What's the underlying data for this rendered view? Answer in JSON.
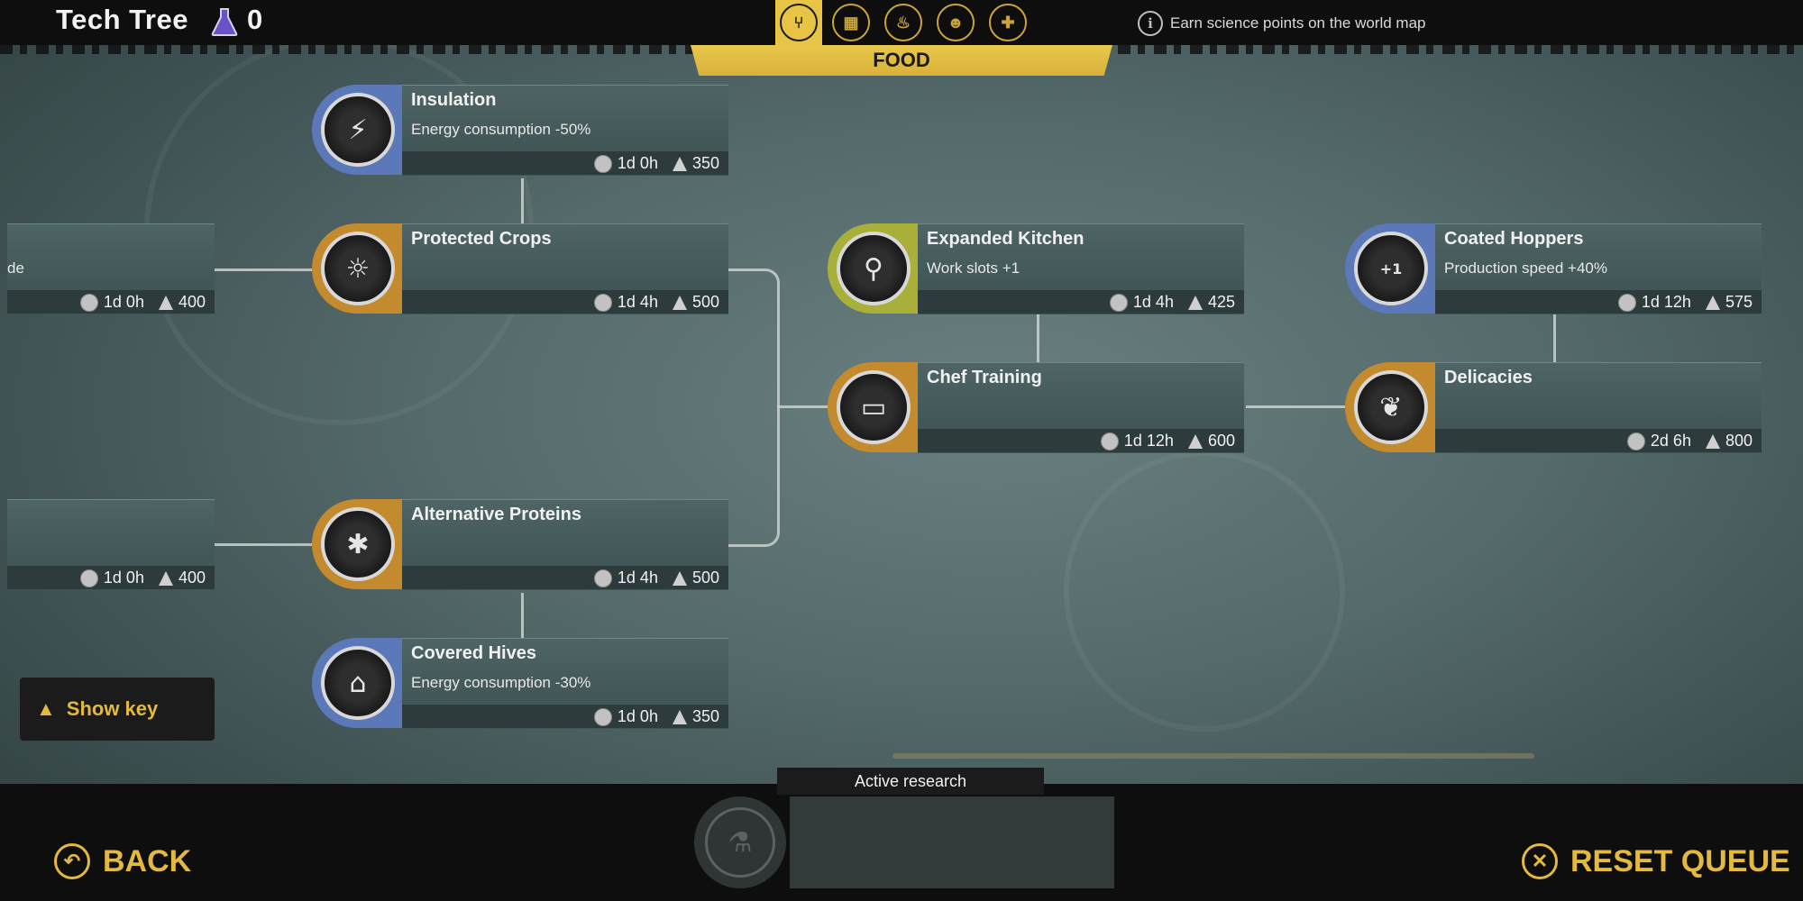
{
  "header": {
    "title": "Tech Tree",
    "science_points": "0",
    "category_label": "FOOD",
    "hint": "Earn science points on the world map",
    "category_tabs": [
      {
        "icon": "food-icon",
        "active": true
      },
      {
        "icon": "resources-icon",
        "active": false
      },
      {
        "icon": "heat-icon",
        "active": false
      },
      {
        "icon": "people-icon",
        "active": false
      },
      {
        "icon": "health-icon",
        "active": false
      }
    ]
  },
  "techs": {
    "partial_top": {
      "effect": "de",
      "time": "1d 0h",
      "cost": "400"
    },
    "partial_bottom": {
      "time": "1d 0h",
      "cost": "400"
    },
    "insulation": {
      "name": "Insulation",
      "effect": "Energy consumption -50%",
      "time": "1d 0h",
      "cost": "350"
    },
    "protected_crops": {
      "name": "Protected Crops",
      "time": "1d 4h",
      "cost": "500"
    },
    "alternative_proteins": {
      "name": "Alternative Proteins",
      "time": "1d 4h",
      "cost": "500"
    },
    "covered_hives": {
      "name": "Covered Hives",
      "effect": "Energy consumption -30%",
      "time": "1d 0h",
      "cost": "350"
    },
    "expanded_kitchen": {
      "name": "Expanded Kitchen",
      "effect": "Work slots +1",
      "time": "1d 4h",
      "cost": "425"
    },
    "chef_training": {
      "name": "Chef Training",
      "time": "1d 12h",
      "cost": "600"
    },
    "coated_hoppers": {
      "name": "Coated Hoppers",
      "effect": "Production speed +40%",
      "time": "1d 12h",
      "cost": "575",
      "badge_text": "+1"
    },
    "delicacies": {
      "name": "Delicacies",
      "time": "2d 6h",
      "cost": "800"
    }
  },
  "show_key_label": "Show key",
  "active_research_label": "Active research",
  "back_label": "BACK",
  "reset_label": "RESET QUEUE",
  "colors": {
    "accent": "#e3b93f",
    "badge_blue": "#5b78b8",
    "badge_orange": "#c48a2e",
    "badge_green": "#a8b03a"
  }
}
